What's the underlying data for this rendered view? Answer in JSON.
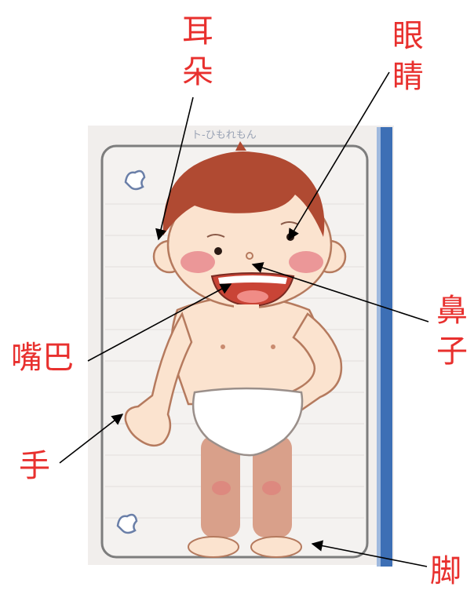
{
  "card_header": "ト-ひもれもん",
  "labels": {
    "ear": "耳\n朵",
    "eyes": "眼\n睛",
    "nose": "鼻\n子",
    "mouth": "嘴巴",
    "hand": "手",
    "foot": "脚"
  },
  "colors": {
    "label_red": "#e8302e",
    "hair": "#b04a32",
    "skin": "#fbe3cf",
    "card_bg": "#f4f2f0",
    "blue_edge": "#3d6fb5"
  }
}
